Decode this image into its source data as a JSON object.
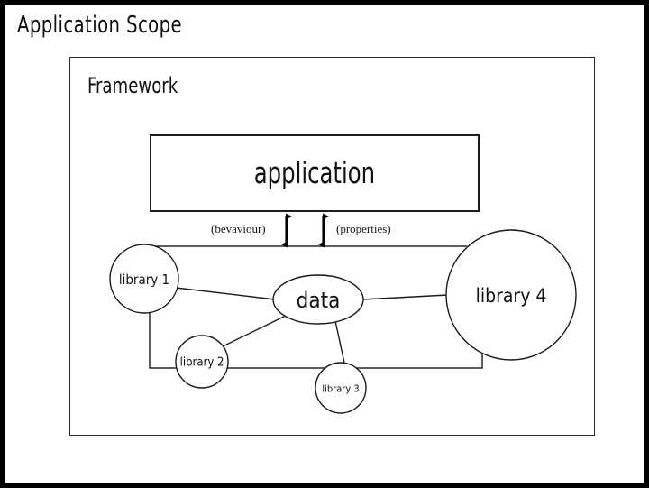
{
  "slide": {
    "title": "Application Scope",
    "background_color": "#ffffff",
    "border_color": "#000000",
    "stroke_color": "#1a1a1a"
  },
  "framework": {
    "label": "Framework"
  },
  "application": {
    "label": "application"
  },
  "arrows": {
    "left_label": "(bevaviour)",
    "right_label": "(properties)"
  },
  "nodes": {
    "library1": {
      "label": "library 1"
    },
    "library2": {
      "label": "library 2"
    },
    "library3": {
      "label": "library 3"
    },
    "library4": {
      "label": "library 4"
    },
    "data": {
      "label": "data"
    }
  }
}
